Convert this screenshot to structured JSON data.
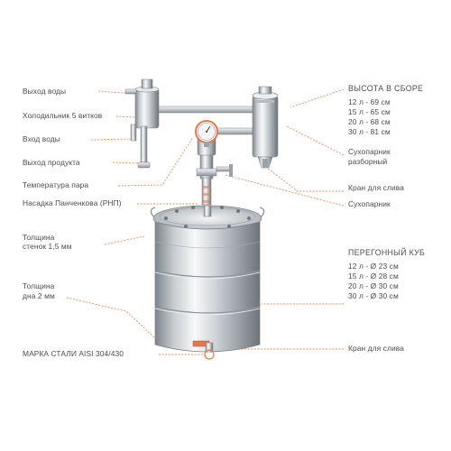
{
  "left_labels": {
    "water_out": "Выход воды",
    "cooler": "Холодильник 5 витков",
    "water_in": "Вход воды",
    "product_out": "Выход продукта",
    "steam_temp": "Температура пара",
    "panchenkov": "Насадка Панченкова (РНП)",
    "wall_thickness_1": "Толщина",
    "wall_thickness_2": "стенок 1,5 мм",
    "bottom_thickness_1": "Толщина",
    "bottom_thickness_2": "дна 2 мм",
    "steel_grade": "МАРКА СТАЛИ AISI 304/430"
  },
  "right_labels": {
    "height_title": "ВЫСОТА В СБОРЕ",
    "heights": [
      "12 л - 69 см",
      "15 л - 65 см",
      "20 л - 68 см",
      "30 л - 81 см"
    ],
    "dry_steamer_1": "Сухопарник",
    "dry_steamer_2": "разборный",
    "drain_valve_top": "Кран для слива",
    "dry_steamer": "Сухопарник",
    "cube_title": "ПЕРЕГОННЫЙ КУБ",
    "diameters": [
      "12 л - Ø 23 см",
      "15 л - Ø 28 см",
      "20 л - Ø 30 см",
      "30 л - Ø 30 см"
    ],
    "drain_valve_bottom": "Кран для слива"
  },
  "colors": {
    "leader": "#f08a5d",
    "steel_light": "#eef0f2",
    "steel_dark": "#8e959c",
    "accent": "#e8764a"
  }
}
